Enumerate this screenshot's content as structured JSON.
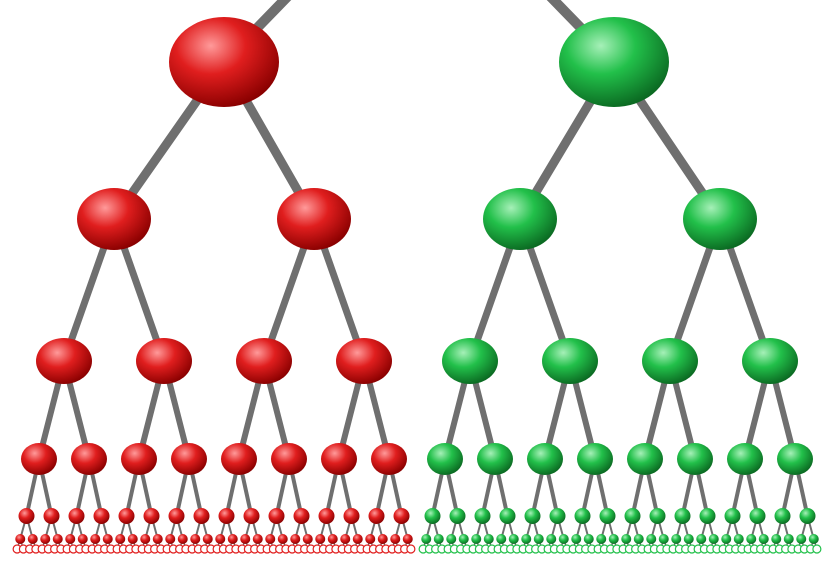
{
  "diagram": {
    "trees": [
      {
        "name": "red-tree",
        "color": "#e01e1e",
        "dark": "#8a0000",
        "light": "#ff9a9a"
      },
      {
        "name": "green-tree",
        "color": "#22c04a",
        "dark": "#0b6a22",
        "light": "#a6f0b8"
      }
    ],
    "branch_color": "#6f6f6f",
    "levels": 7,
    "branching": 2
  }
}
